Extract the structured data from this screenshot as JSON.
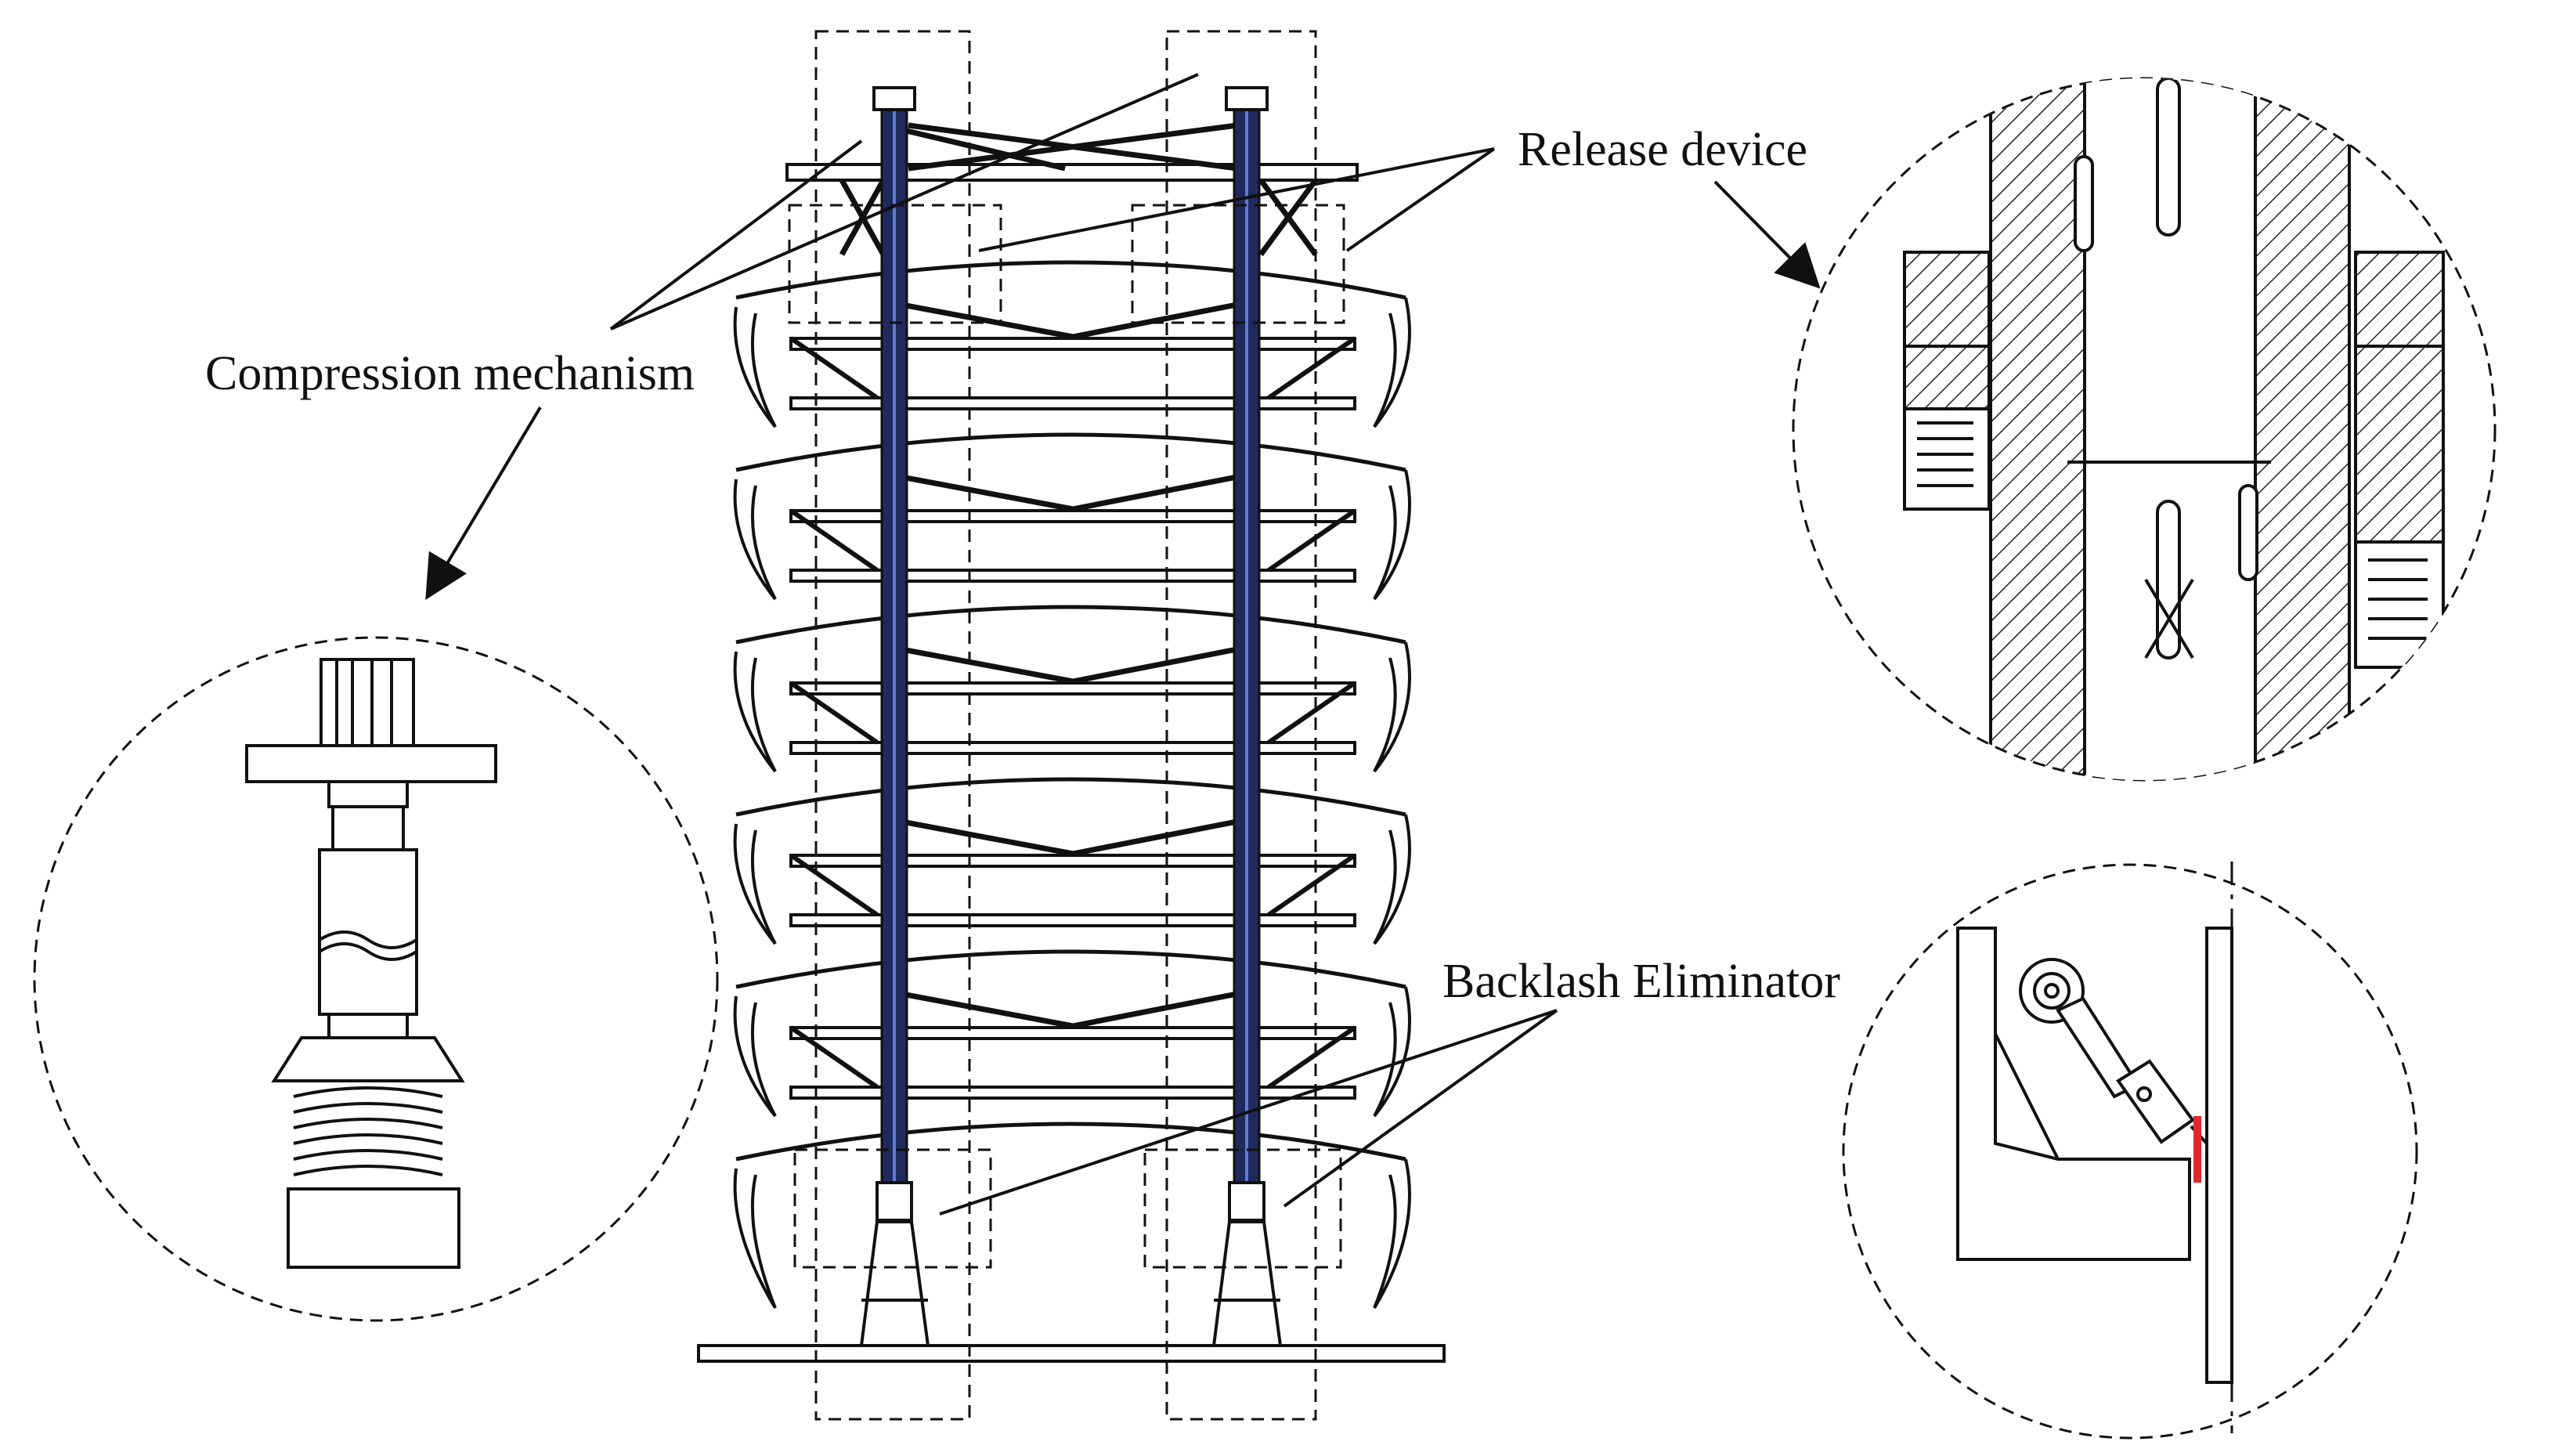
{
  "labels": {
    "compression": "Compression mechanism",
    "release": "Release device",
    "backlash": "Backlash Eliminator"
  },
  "colors": {
    "line": "#111111",
    "rod_fill": "#1f2a5c",
    "rod_accent": "#5b7bd6",
    "highlight": "#e3262e"
  },
  "icons": [
    "arrow-icon",
    "dashed-circle-callout",
    "dashed-box-callout"
  ]
}
